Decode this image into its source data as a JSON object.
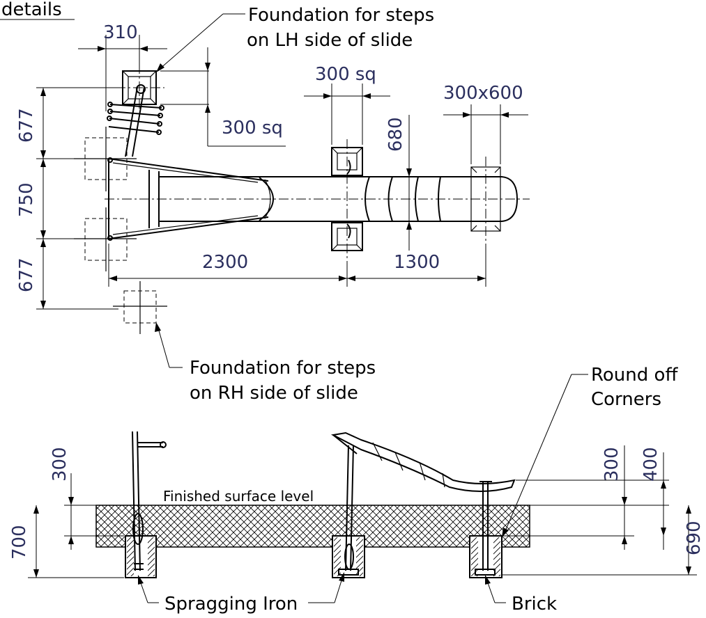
{
  "heading": "details",
  "plan_dims": {
    "d310": "310",
    "d300sq_top": "300 sq",
    "d300sq_side": "300 sq",
    "d300x600": "300x600",
    "d680": "680",
    "d677_top": "677",
    "d750": "750",
    "d677_bottom": "677",
    "d2300": "2300",
    "d1300": "1300"
  },
  "notes": {
    "lh_line1": "Foundation for steps",
    "lh_line2": "on LH side of slide",
    "rh_line1": "Foundation for steps",
    "rh_line2": "on RH side of slide",
    "round_line1": "Round off",
    "round_line2": "Corners",
    "finished_surface": "Finished surface level",
    "spragging": "Spragging Iron",
    "brick": "Brick"
  },
  "section_dims": {
    "d300_left": "300",
    "d700": "700",
    "d300_right": "300",
    "d400": "400",
    "d690": "690"
  }
}
